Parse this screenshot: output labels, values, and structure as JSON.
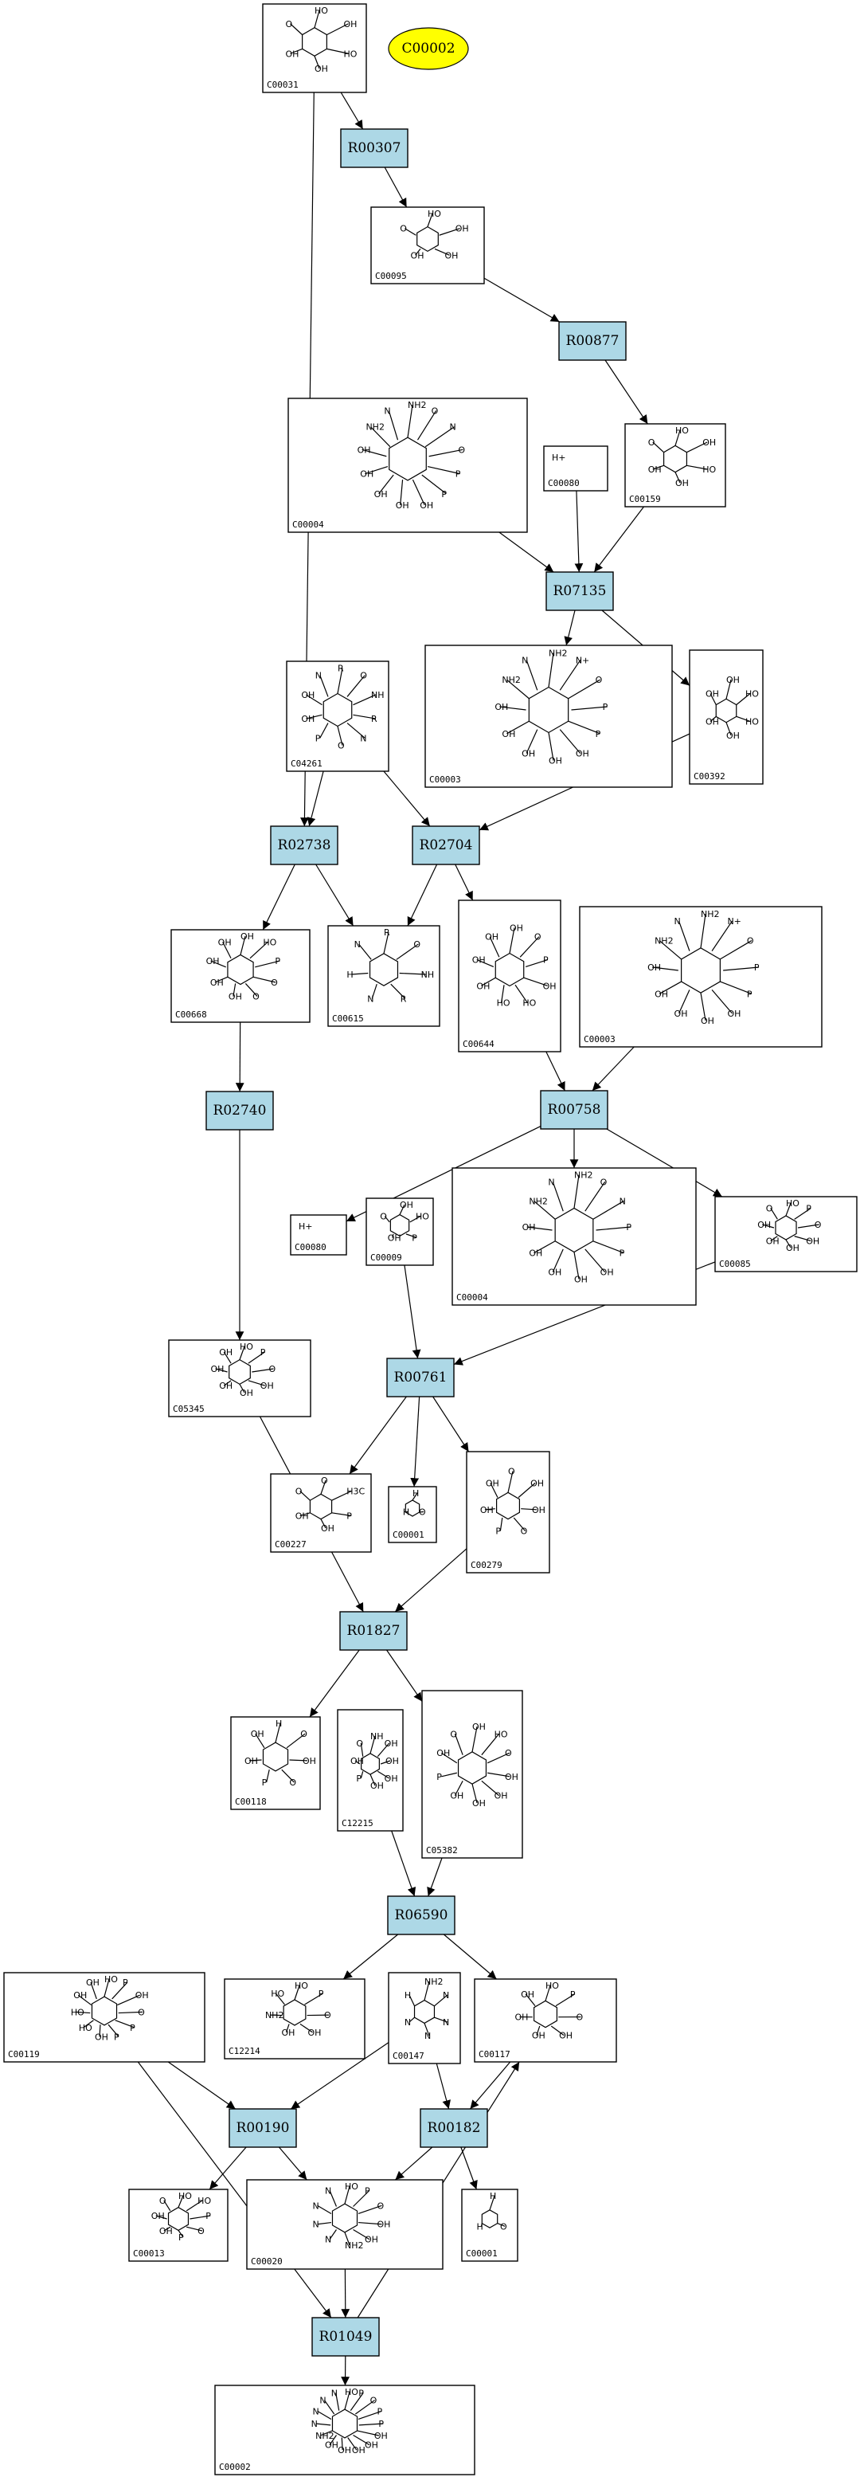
{
  "highlight": {
    "label": "C00002",
    "color": "#ffff00"
  },
  "reaction_color": "#add8e6",
  "compounds": [
    {
      "key": "c00031",
      "id": "C00031",
      "atoms": [
        "HO",
        "OH",
        "HO",
        "OH",
        "OH",
        "O"
      ]
    },
    {
      "key": "c00095",
      "id": "C00095",
      "atoms": [
        "HO",
        "OH",
        "OH",
        "OH",
        "O"
      ]
    },
    {
      "key": "c00159",
      "id": "C00159",
      "atoms": [
        "HO",
        "OH",
        "HO",
        "OH",
        "OH",
        "O"
      ]
    },
    {
      "key": "c00004a",
      "id": "C00004",
      "atoms": [
        "NH2",
        "O",
        "N",
        "O",
        "P",
        "P",
        "OH",
        "OH",
        "OH",
        "OH",
        "OH",
        "NH2",
        "N"
      ]
    },
    {
      "key": "c00080a",
      "id": "C00080",
      "atoms": [
        "H+"
      ]
    },
    {
      "key": "c00003a",
      "id": "C00003",
      "atoms": [
        "NH2",
        "N+",
        "O",
        "P",
        "P",
        "OH",
        "OH",
        "OH",
        "OH",
        "OH",
        "NH2",
        "N"
      ]
    },
    {
      "key": "c00392",
      "id": "C00392",
      "atoms": [
        "OH",
        "HO",
        "HO",
        "OH",
        "OH",
        "OH"
      ]
    },
    {
      "key": "c04261",
      "id": "C04261",
      "atoms": [
        "R",
        "O",
        "NH",
        "R",
        "N",
        "O",
        "P",
        "OH",
        "OH",
        "N"
      ]
    },
    {
      "key": "c00668",
      "id": "C00668",
      "atoms": [
        "OH",
        "HO",
        "P",
        "O",
        "O",
        "OH",
        "OH",
        "OH",
        "OH"
      ]
    },
    {
      "key": "c00615",
      "id": "C00615",
      "atoms": [
        "R",
        "O",
        "NH",
        "R",
        "N",
        "H",
        "N"
      ]
    },
    {
      "key": "c00644",
      "id": "C00644",
      "atoms": [
        "OH",
        "O",
        "P",
        "OH",
        "HO",
        "HO",
        "OH",
        "OH",
        "OH"
      ]
    },
    {
      "key": "c00003b",
      "id": "C00003",
      "atoms": [
        "NH2",
        "N+",
        "O",
        "P",
        "P",
        "OH",
        "OH",
        "OH",
        "OH",
        "OH",
        "NH2",
        "N"
      ]
    },
    {
      "key": "c00080b",
      "id": "C00080",
      "atoms": [
        "H+"
      ]
    },
    {
      "key": "c00009",
      "id": "C00009",
      "atoms": [
        "OH",
        "HO",
        "P",
        "OH",
        "O"
      ]
    },
    {
      "key": "c00004b",
      "id": "C00004",
      "atoms": [
        "NH2",
        "O",
        "N",
        "P",
        "P",
        "OH",
        "OH",
        "OH",
        "OH",
        "OH",
        "NH2",
        "N"
      ]
    },
    {
      "key": "c00085",
      "id": "C00085",
      "atoms": [
        "HO",
        "P",
        "O",
        "OH",
        "OH",
        "OH",
        "OH",
        "O"
      ]
    },
    {
      "key": "c05345",
      "id": "C05345",
      "atoms": [
        "HO",
        "P",
        "O",
        "OH",
        "OH",
        "OH",
        "OH",
        "OH"
      ]
    },
    {
      "key": "c00227",
      "id": "C00227",
      "atoms": [
        "O",
        "H3C",
        "P",
        "OH",
        "OH",
        "O"
      ]
    },
    {
      "key": "c00001a",
      "id": "C00001",
      "atoms": [
        "H",
        "O",
        "H"
      ]
    },
    {
      "key": "c00279",
      "id": "C00279",
      "atoms": [
        "O",
        "OH",
        "OH",
        "O",
        "P",
        "OH",
        "OH"
      ]
    },
    {
      "key": "c00118",
      "id": "C00118",
      "atoms": [
        "H",
        "O",
        "OH",
        "O",
        "P",
        "OH",
        "OH"
      ]
    },
    {
      "key": "c12215",
      "id": "C12215",
      "atoms": [
        "NH",
        "OH",
        "OH",
        "OH",
        "OH",
        "P",
        "OH",
        "O"
      ]
    },
    {
      "key": "c05382",
      "id": "C05382",
      "atoms": [
        "OH",
        "HO",
        "O",
        "OH",
        "OH",
        "OH",
        "OH",
        "P",
        "OH",
        "O"
      ]
    },
    {
      "key": "c00119",
      "id": "C00119",
      "atoms": [
        "HO",
        "P",
        "OH",
        "O",
        "P",
        "P",
        "OH",
        "HO",
        "HO",
        "OH",
        "OH"
      ]
    },
    {
      "key": "c12214",
      "id": "C12214",
      "atoms": [
        "HO",
        "P",
        "O",
        "OH",
        "OH",
        "NH2",
        "HO"
      ]
    },
    {
      "key": "c00147",
      "id": "C00147",
      "atoms": [
        "NH2",
        "N",
        "N",
        "N",
        "N",
        "H"
      ]
    },
    {
      "key": "c00117",
      "id": "C00117",
      "atoms": [
        "HO",
        "P",
        "O",
        "OH",
        "OH",
        "OH",
        "OH"
      ]
    },
    {
      "key": "c00013",
      "id": "C00013",
      "atoms": [
        "HO",
        "HO",
        "P",
        "O",
        "P",
        "OH",
        "OH",
        "O"
      ]
    },
    {
      "key": "c00020",
      "id": "C00020",
      "atoms": [
        "HO",
        "P",
        "O",
        "OH",
        "OH",
        "NH2",
        "N",
        "N",
        "N",
        "N"
      ]
    },
    {
      "key": "c00001b",
      "id": "C00001",
      "atoms": [
        "H",
        "O",
        "H"
      ]
    },
    {
      "key": "c00002",
      "id": "C00002",
      "atoms": [
        "HO",
        "P",
        "O",
        "P",
        "P",
        "OH",
        "OH",
        "OH",
        "OH",
        "OH",
        "NH2",
        "N",
        "N",
        "N",
        "N"
      ]
    }
  ],
  "reactions": [
    {
      "key": "r00307",
      "label": "R00307"
    },
    {
      "key": "r00877",
      "label": "R00877"
    },
    {
      "key": "r07135",
      "label": "R07135"
    },
    {
      "key": "r02738",
      "label": "R02738"
    },
    {
      "key": "r02704",
      "label": "R02704"
    },
    {
      "key": "r02740",
      "label": "R02740"
    },
    {
      "key": "r00758",
      "label": "R00758"
    },
    {
      "key": "r00761",
      "label": "R00761"
    },
    {
      "key": "r01827",
      "label": "R01827"
    },
    {
      "key": "r06590",
      "label": "R06590"
    },
    {
      "key": "r00190",
      "label": "R00190"
    },
    {
      "key": "r00182",
      "label": "R00182"
    },
    {
      "key": "r01049",
      "label": "R01049"
    }
  ],
  "edges": [
    {
      "from": "C00031",
      "to": "R00307"
    },
    {
      "from": "R00307",
      "to": "C00095"
    },
    {
      "from": "C00095",
      "to": "R00877"
    },
    {
      "from": "R00877",
      "to": "C00159"
    },
    {
      "from": "C00004",
      "to": "R07135"
    },
    {
      "from": "C00080",
      "to": "R07135"
    },
    {
      "from": "C00159",
      "to": "R07135"
    },
    {
      "from": "R07135",
      "to": "C00003"
    },
    {
      "from": "R07135",
      "to": "C00392"
    },
    {
      "from": "C00031",
      "to": "R02738"
    },
    {
      "from": "C04261",
      "to": "R02738"
    },
    {
      "from": "C04261",
      "to": "R02704"
    },
    {
      "from": "C00392",
      "to": "R02704"
    },
    {
      "from": "R02738",
      "to": "C00668"
    },
    {
      "from": "R02738",
      "to": "C00615"
    },
    {
      "from": "R02704",
      "to": "C00615"
    },
    {
      "from": "R02704",
      "to": "C00644"
    },
    {
      "from": "C00668",
      "to": "R02740"
    },
    {
      "from": "C00644",
      "to": "R00758"
    },
    {
      "from": "C00003",
      "to": "R00758"
    },
    {
      "from": "R00758",
      "to": "C00080"
    },
    {
      "from": "R00758",
      "to": "C00004"
    },
    {
      "from": "R00758",
      "to": "C00085"
    },
    {
      "from": "R02740",
      "to": "C05345"
    },
    {
      "from": "C00009",
      "to": "R00761"
    },
    {
      "from": "C00085",
      "to": "R00761"
    },
    {
      "from": "R00761",
      "to": "C00227"
    },
    {
      "from": "R00761",
      "to": "C00001"
    },
    {
      "from": "R00761",
      "to": "C00279"
    },
    {
      "from": "C05345",
      "to": "R01827"
    },
    {
      "from": "C00279",
      "to": "R01827"
    },
    {
      "from": "R01827",
      "to": "C00118"
    },
    {
      "from": "R01827",
      "to": "C05382"
    },
    {
      "from": "C12215",
      "to": "R06590"
    },
    {
      "from": "C05382",
      "to": "R06590"
    },
    {
      "from": "R06590",
      "to": "C12214"
    },
    {
      "from": "R06590",
      "to": "C00117"
    },
    {
      "from": "C00119",
      "to": "R00190"
    },
    {
      "from": "C00147",
      "to": "R00190"
    },
    {
      "from": "C00147",
      "to": "R00182"
    },
    {
      "from": "C00117",
      "to": "R00182"
    },
    {
      "from": "R00190",
      "to": "C00013"
    },
    {
      "from": "R00190",
      "to": "C00020"
    },
    {
      "from": "R00182",
      "to": "C00020"
    },
    {
      "from": "R00182",
      "to": "C00001"
    },
    {
      "from": "C00020",
      "to": "R01049"
    },
    {
      "from": "C00119",
      "to": "R01049"
    },
    {
      "from": "R01049",
      "to": "C00117"
    },
    {
      "from": "R01049",
      "to": "C00002"
    }
  ]
}
